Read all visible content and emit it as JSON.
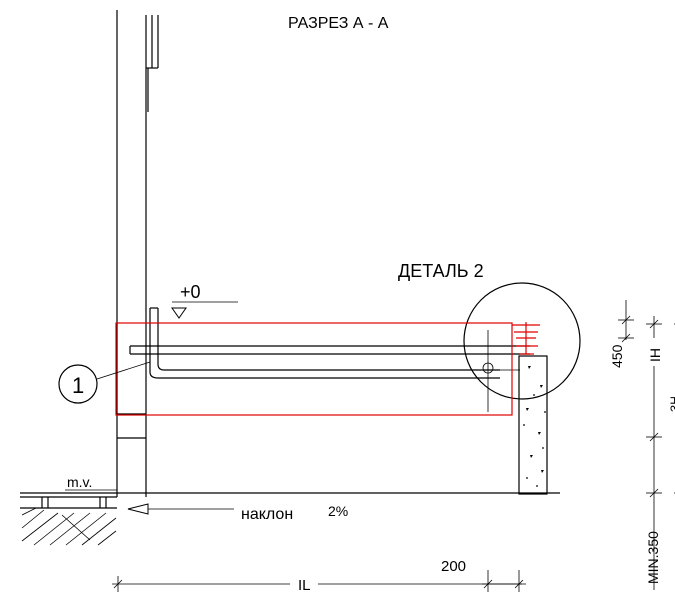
{
  "title": "РАЗРЕЗ А - А",
  "detail_label": "ДЕТАЛЬ 2",
  "level_mark": "+0",
  "callout_number": "1",
  "ground_label": "m.v.",
  "slope_label": "наклон",
  "slope_value": "2%",
  "dim_200": "200",
  "dim_IL": "IL",
  "dim_450": "450",
  "dim_IH": "IH",
  "dim_min350": "MIN.350",
  "dim_cut": "ЗН",
  "colors": {
    "highlight": "#e00000",
    "line": "#000000"
  }
}
